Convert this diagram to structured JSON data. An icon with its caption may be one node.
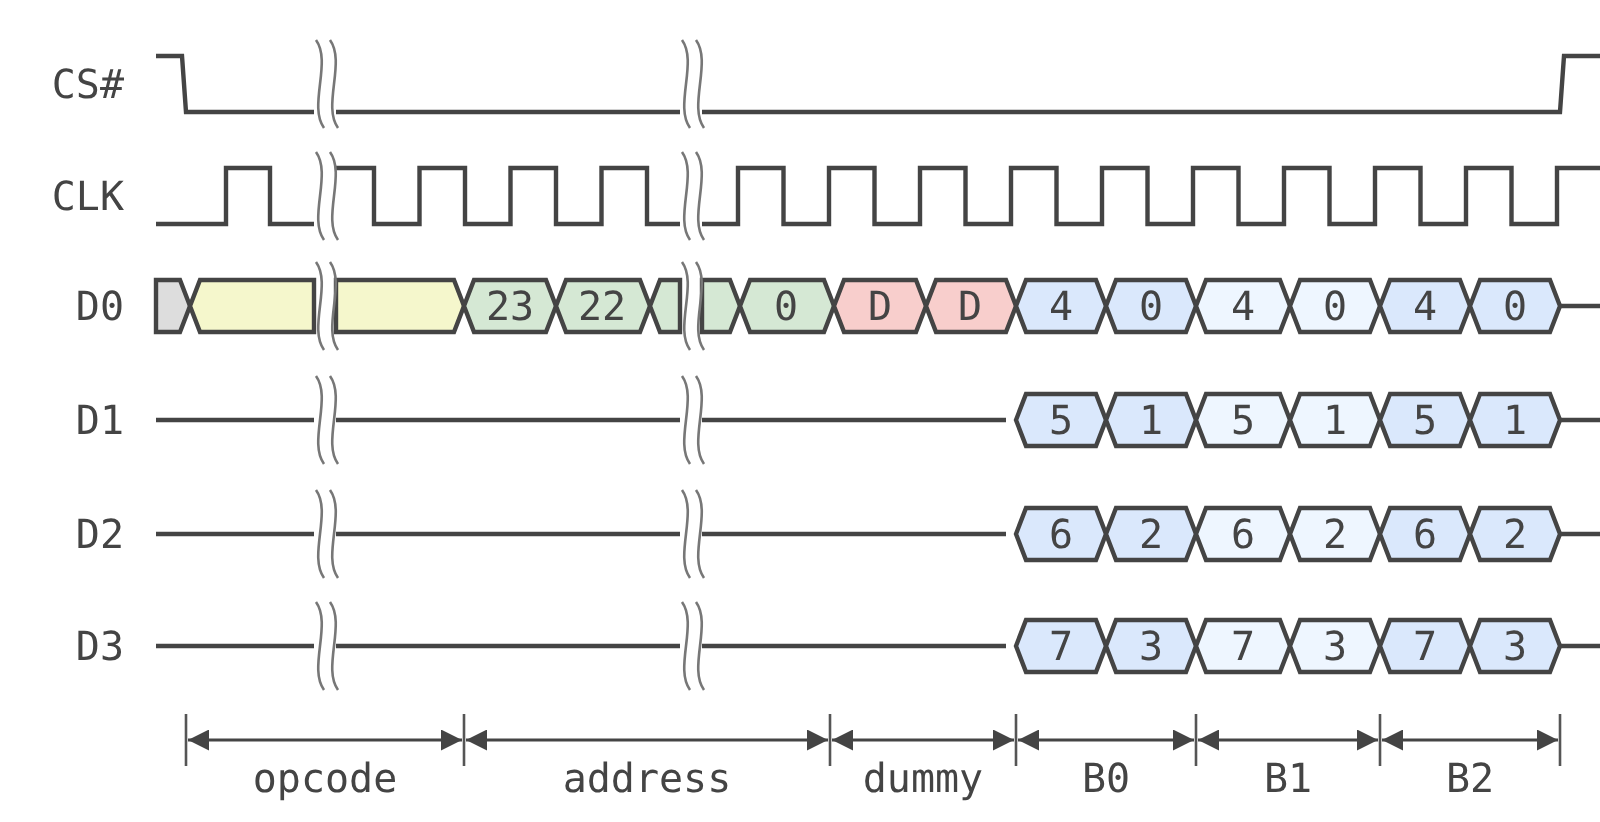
{
  "diagram": {
    "labels": [
      "CS#",
      "CLK",
      "D0",
      "23",
      "22",
      "0",
      "D",
      "D",
      "4",
      "0",
      "4",
      "0",
      "4",
      "0",
      "D1",
      "5",
      "1",
      "5",
      "1",
      "5",
      "1",
      "D2",
      "6",
      "2",
      "6",
      "2",
      "6",
      "2",
      "D3",
      "7",
      "3",
      "7",
      "3",
      "7",
      "3",
      "opcode",
      "address",
      "dummy",
      "B0",
      "B1",
      "B2"
    ]
  }
}
